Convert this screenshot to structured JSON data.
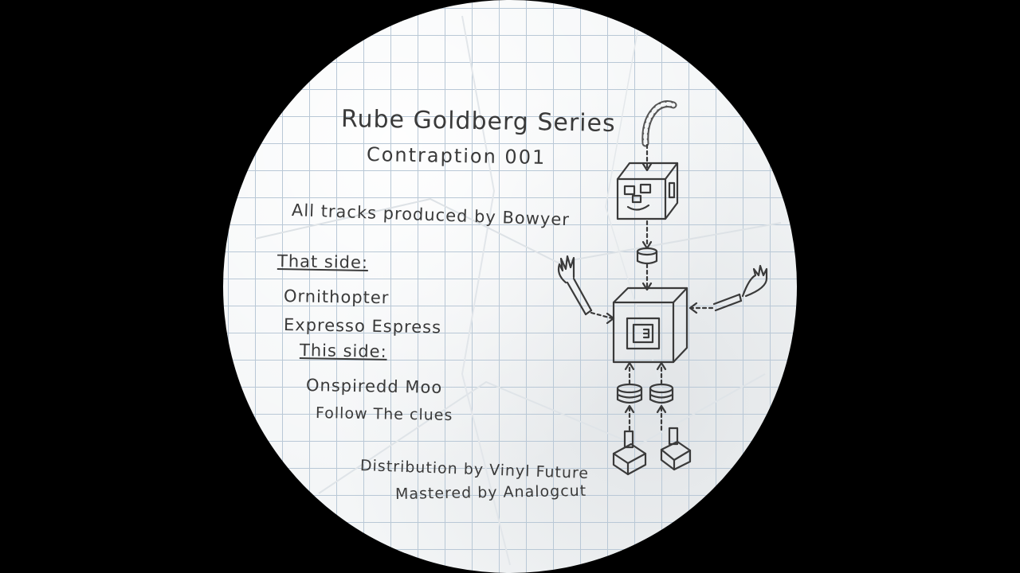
{
  "label": {
    "series_title": "Rube Goldberg Series",
    "catalog": "Contraption 001",
    "producer_line": "All tracks produced by Bowyer",
    "side_a": {
      "heading": "That side:",
      "tracks": [
        "Ornithopter",
        "Expresso Espress"
      ]
    },
    "side_b": {
      "heading": "This side:",
      "tracks": [
        "Onspiredd Moo",
        "Follow The clues"
      ]
    },
    "distribution": "Distribution by Vinyl Future",
    "mastering": "Mastered by Analogcut"
  },
  "colors": {
    "background": "#000000",
    "paper": "#f4f6f7",
    "grid": "#b9c8d6",
    "ink": "#3a3a3a"
  },
  "icons": {
    "drawing": "robot-drawing-icon"
  }
}
